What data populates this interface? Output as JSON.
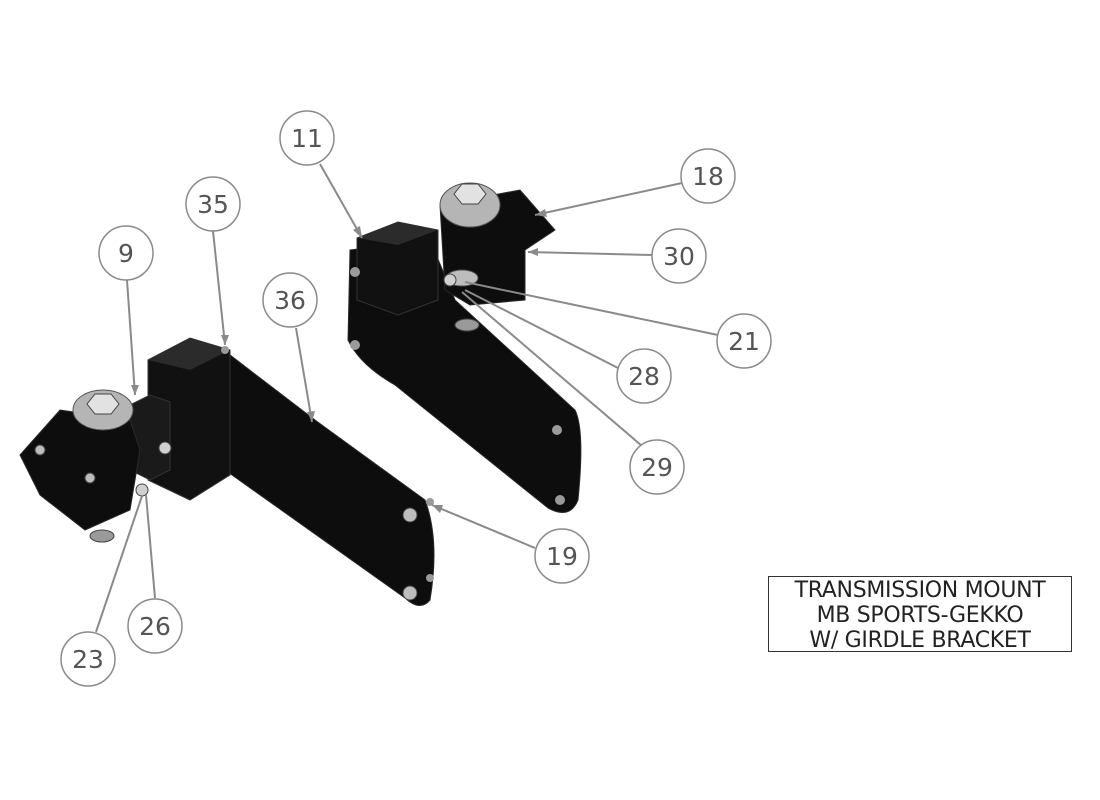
{
  "title_block": {
    "line1": "TRANSMISSION MOUNT",
    "line2": "MB SPORTS-GEKKO",
    "line3": "W/ GIRDLE BRACKET"
  },
  "balloons": [
    {
      "id": "11",
      "label": "11"
    },
    {
      "id": "18",
      "label": "18"
    },
    {
      "id": "30",
      "label": "30"
    },
    {
      "id": "21",
      "label": "21"
    },
    {
      "id": "28",
      "label": "28"
    },
    {
      "id": "29",
      "label": "29"
    },
    {
      "id": "35",
      "label": "35"
    },
    {
      "id": "9",
      "label": "9"
    },
    {
      "id": "36",
      "label": "36"
    },
    {
      "id": "19",
      "label": "19"
    },
    {
      "id": "26",
      "label": "26"
    },
    {
      "id": "23",
      "label": "23"
    }
  ],
  "colors": {
    "part": "#0d0d0d",
    "part_edge": "#2a2a2a",
    "hardware": "#bdbdbd",
    "leader": "#8a8a8a",
    "balloon_stroke": "#8a8a8a"
  }
}
